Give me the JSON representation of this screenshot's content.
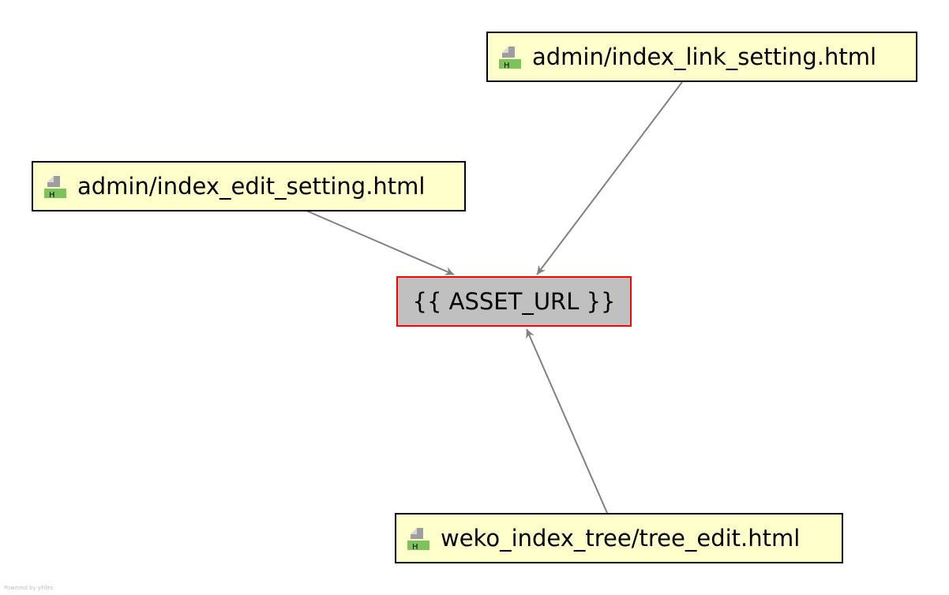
{
  "diagram": {
    "center_node": {
      "label": "{{ ASSET_URL }}"
    },
    "nodes": [
      {
        "id": "link_setting",
        "label": "admin/index_link_setting.html",
        "icon": "html-file-icon"
      },
      {
        "id": "edit_setting",
        "label": "admin/index_edit_setting.html",
        "icon": "html-file-icon"
      },
      {
        "id": "tree_edit",
        "label": "weko_index_tree/tree_edit.html",
        "icon": "html-file-icon"
      }
    ],
    "edges": [
      {
        "from": "link_setting",
        "to": "center"
      },
      {
        "from": "edit_setting",
        "to": "center"
      },
      {
        "from": "tree_edit",
        "to": "center"
      }
    ],
    "colors": {
      "file_node_fill": "#ffffcc",
      "file_node_border": "#000000",
      "center_node_fill": "#c0c0c0",
      "center_node_border": "#ff0000",
      "edge": "#808080",
      "icon_green": "#7dc35b",
      "icon_grey": "#9e9e9e"
    }
  },
  "watermark": "Powered by yFiles"
}
